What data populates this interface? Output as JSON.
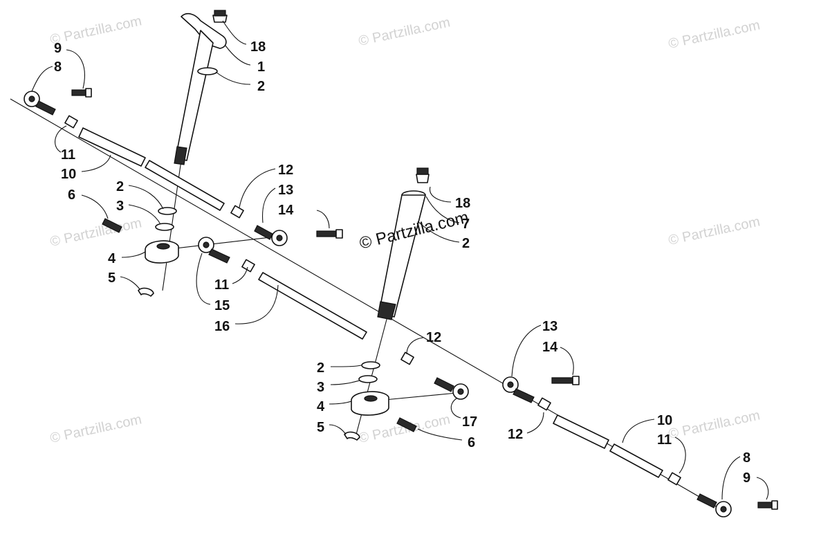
{
  "watermark": {
    "text": "© Partzilla.com",
    "center_text": "© Partzilla.com"
  },
  "callouts": {
    "c18a": "18",
    "c1": "1",
    "c2a": "2",
    "c9a": "9",
    "c8a": "8",
    "c11a": "11",
    "c10a": "10",
    "c2b": "2",
    "c3a": "3",
    "c6a": "6",
    "c4a": "4",
    "c5a": "5",
    "c12a": "12",
    "c13a": "13",
    "c14a": "14",
    "c11b": "11",
    "c15": "15",
    "c16": "16",
    "c18b": "18",
    "c7": "7",
    "c2c": "2",
    "c12b": "12",
    "c2d": "2",
    "c3b": "3",
    "c4b": "4",
    "c5b": "5",
    "c17": "17",
    "c6b": "6",
    "c13b": "13",
    "c14b": "14",
    "c12c": "12",
    "c10b": "10",
    "c11c": "11",
    "c8b": "8",
    "c9b": "9"
  }
}
